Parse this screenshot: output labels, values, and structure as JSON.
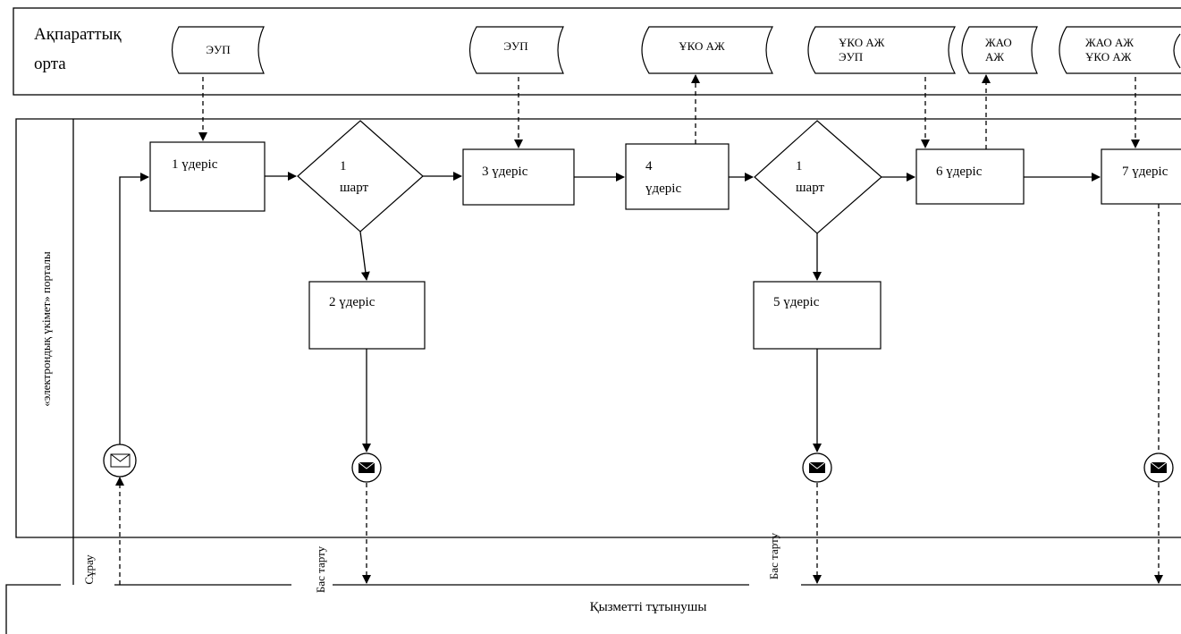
{
  "lanes": {
    "info_env": "Ақпараттық орта",
    "info_env_line1": "Ақпараттық",
    "info_env_line2": "орта",
    "portal": "«электрондық үкімет» порталы",
    "consumer": "Қызметті тұтынушы"
  },
  "data_stores": [
    {
      "id": "ds1",
      "line1": "ЭУП",
      "line2": ""
    },
    {
      "id": "ds2",
      "line1": "ЭУП",
      "line2": ""
    },
    {
      "id": "ds3",
      "line1": "ҰКО АЖ",
      "line2": ""
    },
    {
      "id": "ds4",
      "line1": "ҰКО АЖ",
      "line2": "ЭУП"
    },
    {
      "id": "ds5",
      "line1": "ЖАО",
      "line2": "АЖ"
    },
    {
      "id": "ds6",
      "line1": "ЖАО АЖ",
      "line2": "ҰКО АЖ"
    }
  ],
  "processes": {
    "p1": "1 үдеріс",
    "p2": "2 үдеріс",
    "p3": "3 үдеріс",
    "p4_line1": "4",
    "p4_line2": "үдеріс",
    "p5": "5 үдеріс",
    "p6": "6 үдеріс",
    "p7": "7 үдеріс"
  },
  "conditions": {
    "c1_line1": "1",
    "c1_line2": "шарт",
    "c2_line1": "1",
    "c2_line2": "шарт"
  },
  "messages": {
    "request": "Сұрау",
    "refusal1": "Бас тарту",
    "refusal2": "Бас тарту"
  }
}
